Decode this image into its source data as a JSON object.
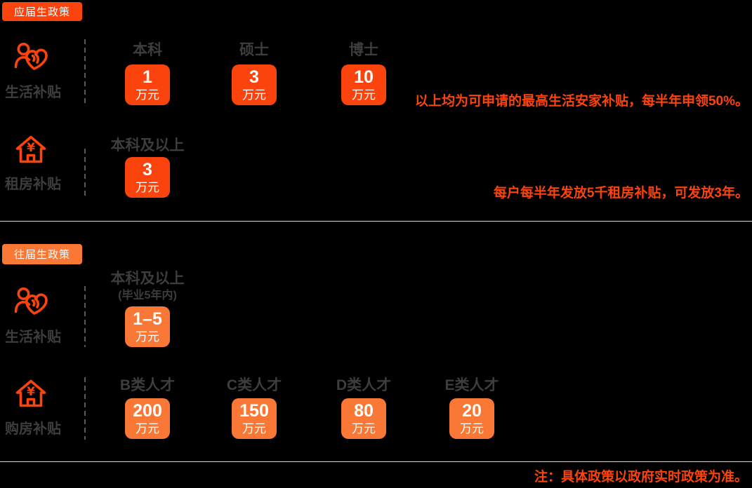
{
  "colors": {
    "background": "#000000",
    "accent_red": "#fb430d",
    "accent_orange": "#f97836",
    "text_dark": "#3d3d3d",
    "divider": "#d9d9d9",
    "dash": "#5a5a5a",
    "box_text": "#ffffff"
  },
  "sections": [
    {
      "badge": "应届生政策",
      "rows": [
        {
          "icon": "care-icon",
          "label": "生活补贴",
          "columns": [
            {
              "header": "本科",
              "value": "1",
              "unit": "万元"
            },
            {
              "header": "硕士",
              "value": "3",
              "unit": "万元"
            },
            {
              "header": "博士",
              "value": "10",
              "unit": "万元"
            }
          ],
          "note": "以上均为可申请的最高生活安家补贴，每半年申领50%。"
        },
        {
          "icon": "house-icon",
          "label": "租房补贴",
          "columns": [
            {
              "header": "本科及以上",
              "value": "3",
              "unit": "万元"
            }
          ],
          "note": "每户每半年发放5千租房补贴，可发放3年。"
        }
      ]
    },
    {
      "badge": "往届生政策",
      "rows": [
        {
          "icon": "care-icon",
          "label": "生活补贴",
          "columns": [
            {
              "header": "本科及以上",
              "subheader": "(毕业5年内)",
              "value": "1–5",
              "unit": "万元"
            }
          ]
        },
        {
          "icon": "house-icon",
          "label": "购房补贴",
          "columns": [
            {
              "header": "B类人才",
              "value": "200",
              "unit": "万元"
            },
            {
              "header": "C类人才",
              "value": "150",
              "unit": "万元"
            },
            {
              "header": "D类人才",
              "value": "80",
              "unit": "万元"
            },
            {
              "header": "E类人才",
              "value": "20",
              "unit": "万元"
            }
          ]
        }
      ]
    }
  ],
  "footer_note": "注：具体政策以政府实时政策为准。"
}
